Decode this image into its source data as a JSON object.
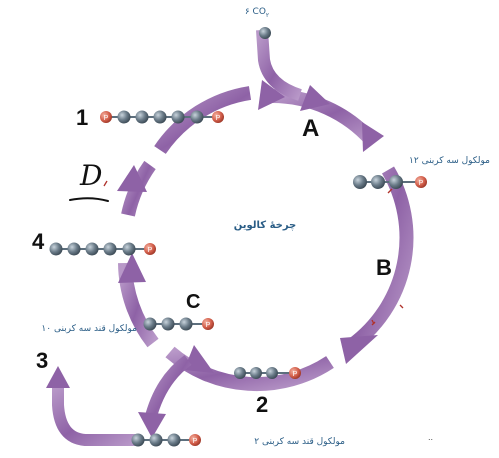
{
  "diagram": {
    "title": "چرخهٔ کالوین",
    "co2_label": "۶ CO",
    "co2_subscript": "۲",
    "labels": {
      "twelve_three_carbon": "۱۲ مولکول سه کربنی",
      "ten_sugar": "۱۰ مولکول قند سه کربنی",
      "two_sugar": "۲ مولکول قند سه کربنی"
    },
    "markers": {
      "A": "A",
      "B": "B",
      "C": "C",
      "D": "D",
      "n1": "1",
      "n2": "2",
      "n3": "3",
      "n4": "4"
    },
    "phosphate_symbol": "P",
    "dots": ".."
  },
  "colors": {
    "arrow": "#9a6fb0",
    "arrow_dark": "#6e4889",
    "ring_inner": "#e9dcef",
    "carbon": "#5d6f7d",
    "phosphate": "#d86b57",
    "label_text": "#2a5d86",
    "accent_red": "#b0322b"
  }
}
